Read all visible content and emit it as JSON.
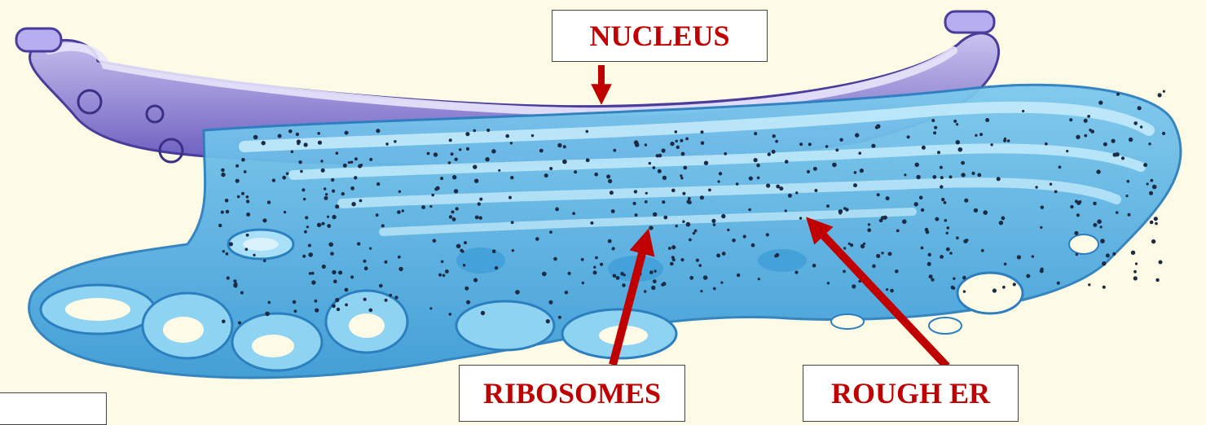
{
  "labels": {
    "nucleus": "NUCLEUS",
    "ribosomes": "RIBOSOMES",
    "rough_er": "ROUGH ER"
  },
  "colors": {
    "label_text": "#c00000",
    "arrow": "#c00000",
    "nuclear_envelope": "#6a5bbf",
    "envelope_light": "#c9c3ee",
    "er_membrane": "#4aa8dc",
    "er_light": "#aee0f7",
    "ribosome_dot": "#1d2a44",
    "background": "#fdfbe6"
  },
  "icons": {
    "arrows": "red-arrow-icon"
  }
}
